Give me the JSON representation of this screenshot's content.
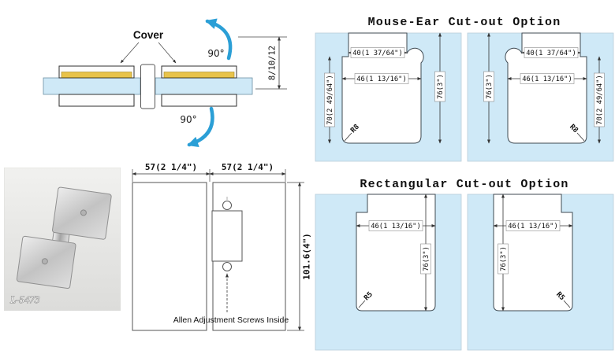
{
  "side_view": {
    "cover_label": "Cover",
    "angle_top": "90°",
    "angle_bottom": "90°",
    "glass_thickness": "8/10/12"
  },
  "front_view": {
    "width_left": "57(2 1/4\")",
    "width_right": "57(2 1/4\")",
    "height": "101.6(4\")",
    "note": "Allen Adjustment Screws Inside"
  },
  "mouse_ear_option": {
    "title": "Mouse-Ear Cut-out Option",
    "dims": {
      "neck_width": "40(1 37/64\")",
      "body_width": "46(1 13/16\")",
      "inner_height": "70(2 49/64\")",
      "total_height": "76(3\")",
      "corner_radius": "R8"
    }
  },
  "rectangular_option": {
    "title": "Rectangular Cut-out Option",
    "dims": {
      "body_width": "46(1 13/16\")",
      "total_height": "76(3\")",
      "corner_radius": "R5"
    }
  },
  "product_photo": {
    "model": "L-5473"
  },
  "colors": {
    "glass_blue": "#cfe9f7",
    "gasket_yellow": "#e8c34a",
    "arrow_blue": "#2b9fd6"
  }
}
